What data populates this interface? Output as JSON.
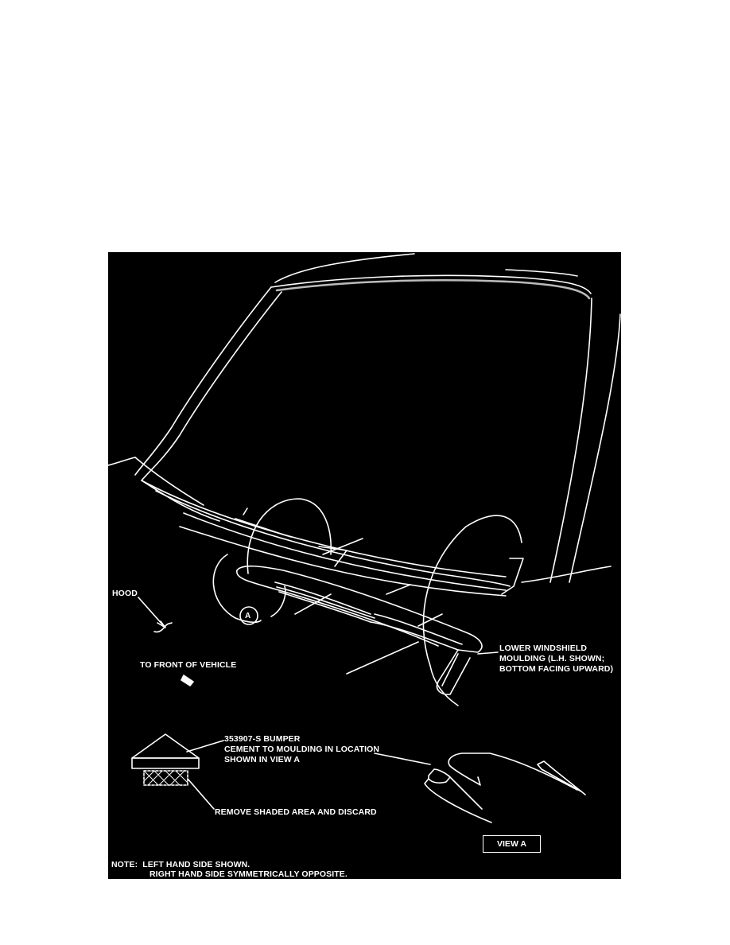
{
  "figure": {
    "background": "#000000",
    "line_color": "#ffffff",
    "labels": {
      "hood": "HOOD",
      "to_front": "TO FRONT OF VEHICLE",
      "view_callout": "A",
      "moulding": [
        "LOWER WINDSHIELD",
        "MOULDING (L.H. SHOWN;",
        "BOTTOM FACING UPWARD)"
      ],
      "bumper": [
        "353907-S BUMPER",
        "CEMENT TO MOULDING IN LOCATION",
        "SHOWN IN VIEW A"
      ],
      "remove": "REMOVE SHADED AREA AND DISCARD",
      "view_a": "VIEW A",
      "note_line1": "NOTE:  LEFT HAND SIDE SHOWN.",
      "note_line2": "RIGHT HAND SIDE SYMMETRICALLY OPPOSITE."
    }
  }
}
